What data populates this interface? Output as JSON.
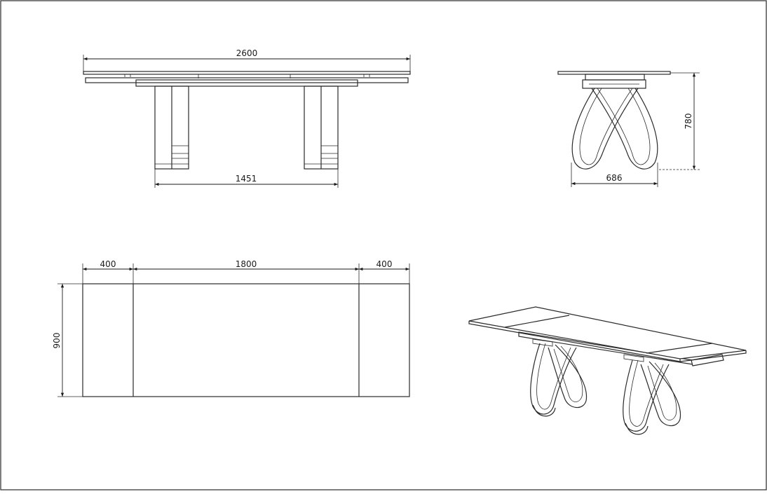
{
  "drawing": {
    "front_view": {
      "overall_width": "2600",
      "leg_span": "1451"
    },
    "side_view": {
      "height": "780",
      "base_width": "686"
    },
    "top_view": {
      "left_leaf": "400",
      "center_top": "1800",
      "right_leaf": "400",
      "depth": "900"
    }
  },
  "colors": {
    "line": "#2a2a2a",
    "background": "#ffffff"
  }
}
